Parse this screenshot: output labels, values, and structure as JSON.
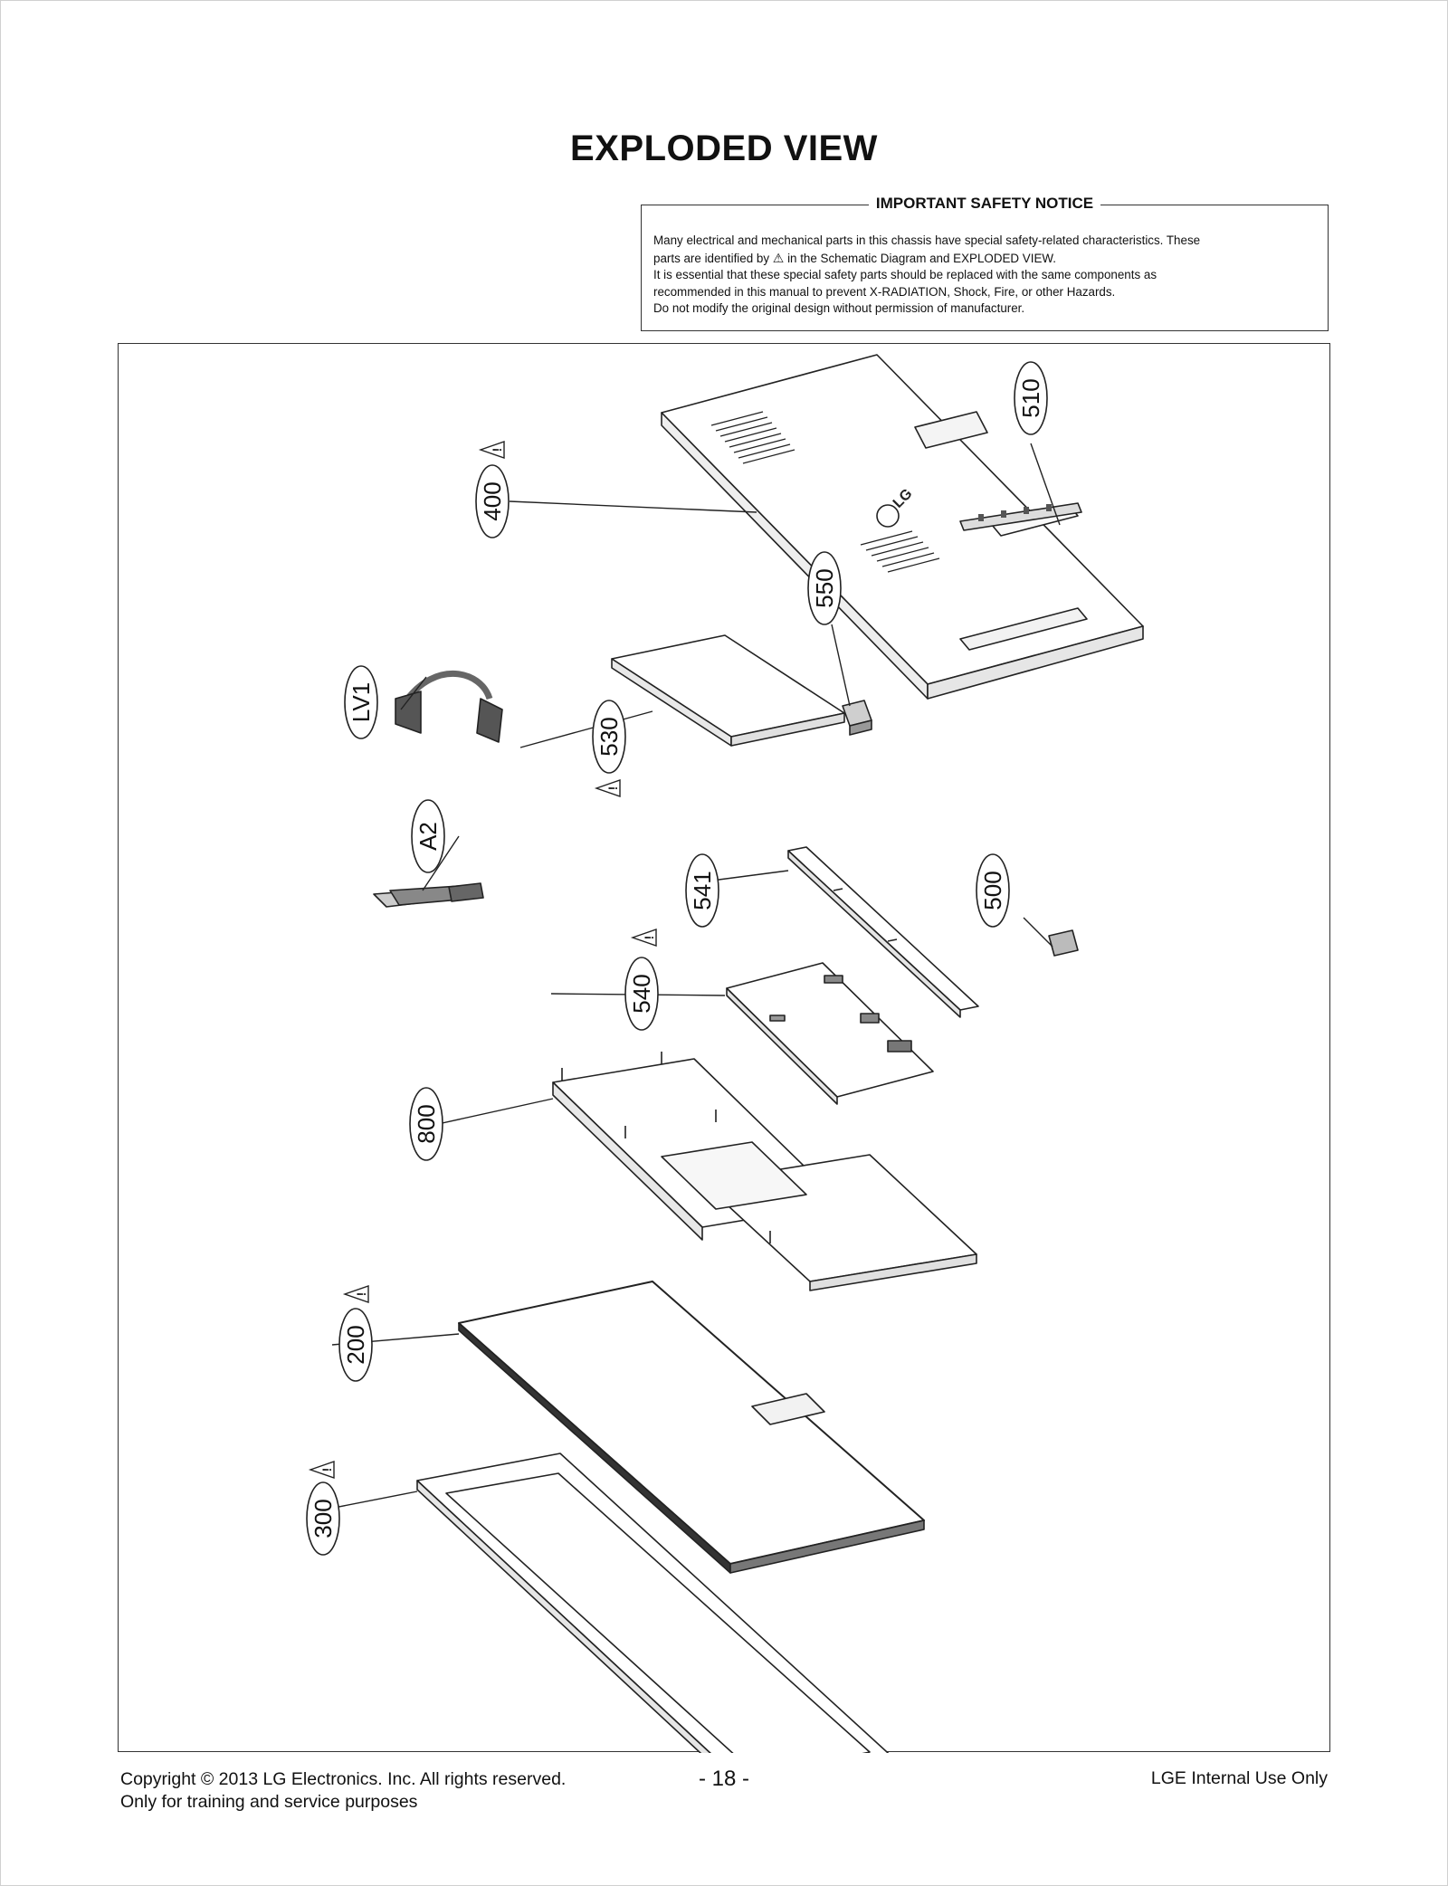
{
  "page": {
    "title": "EXPLODED VIEW"
  },
  "safety_notice": {
    "heading": "IMPORTANT SAFETY NOTICE",
    "line1": "Many electrical and mechanical parts in this chassis have special safety-related characteristics. These",
    "line2_before": "parts are identified by",
    "warning_symbol": "⚠",
    "line2_after": "in the Schematic Diagram and EXPLODED VIEW.",
    "line3": "It is essential that these special safety parts should be replaced with the same components as",
    "line4": "recommended in this manual to prevent X-RADIATION, Shock, Fire, or other Hazards.",
    "line5": "Do not modify the original design without permission of manufacturer."
  },
  "callouts": [
    {
      "id": "p510",
      "label": "510",
      "safety": false
    },
    {
      "id": "p400",
      "label": "400",
      "safety": true
    },
    {
      "id": "p550",
      "label": "550",
      "safety": false
    },
    {
      "id": "pLV1",
      "label": "LV1",
      "safety": false
    },
    {
      "id": "p530",
      "label": "530",
      "safety": true
    },
    {
      "id": "pA2",
      "label": "A2",
      "safety": false
    },
    {
      "id": "p541",
      "label": "541",
      "safety": false
    },
    {
      "id": "p500",
      "label": "500",
      "safety": false
    },
    {
      "id": "p540",
      "label": "540",
      "safety": true
    },
    {
      "id": "p800",
      "label": "800",
      "safety": false
    },
    {
      "id": "p200",
      "label": "200",
      "safety": true
    },
    {
      "id": "p300",
      "label": "300",
      "safety": true
    }
  ],
  "drawing": {
    "logo_text": "LG"
  },
  "footer": {
    "copyright": "Copyright  © 2013  LG Electronics. Inc. All rights reserved.",
    "purpose": "Only for training and service purposes",
    "page_number": "- 18 -",
    "internal": "LGE Internal Use Only"
  }
}
